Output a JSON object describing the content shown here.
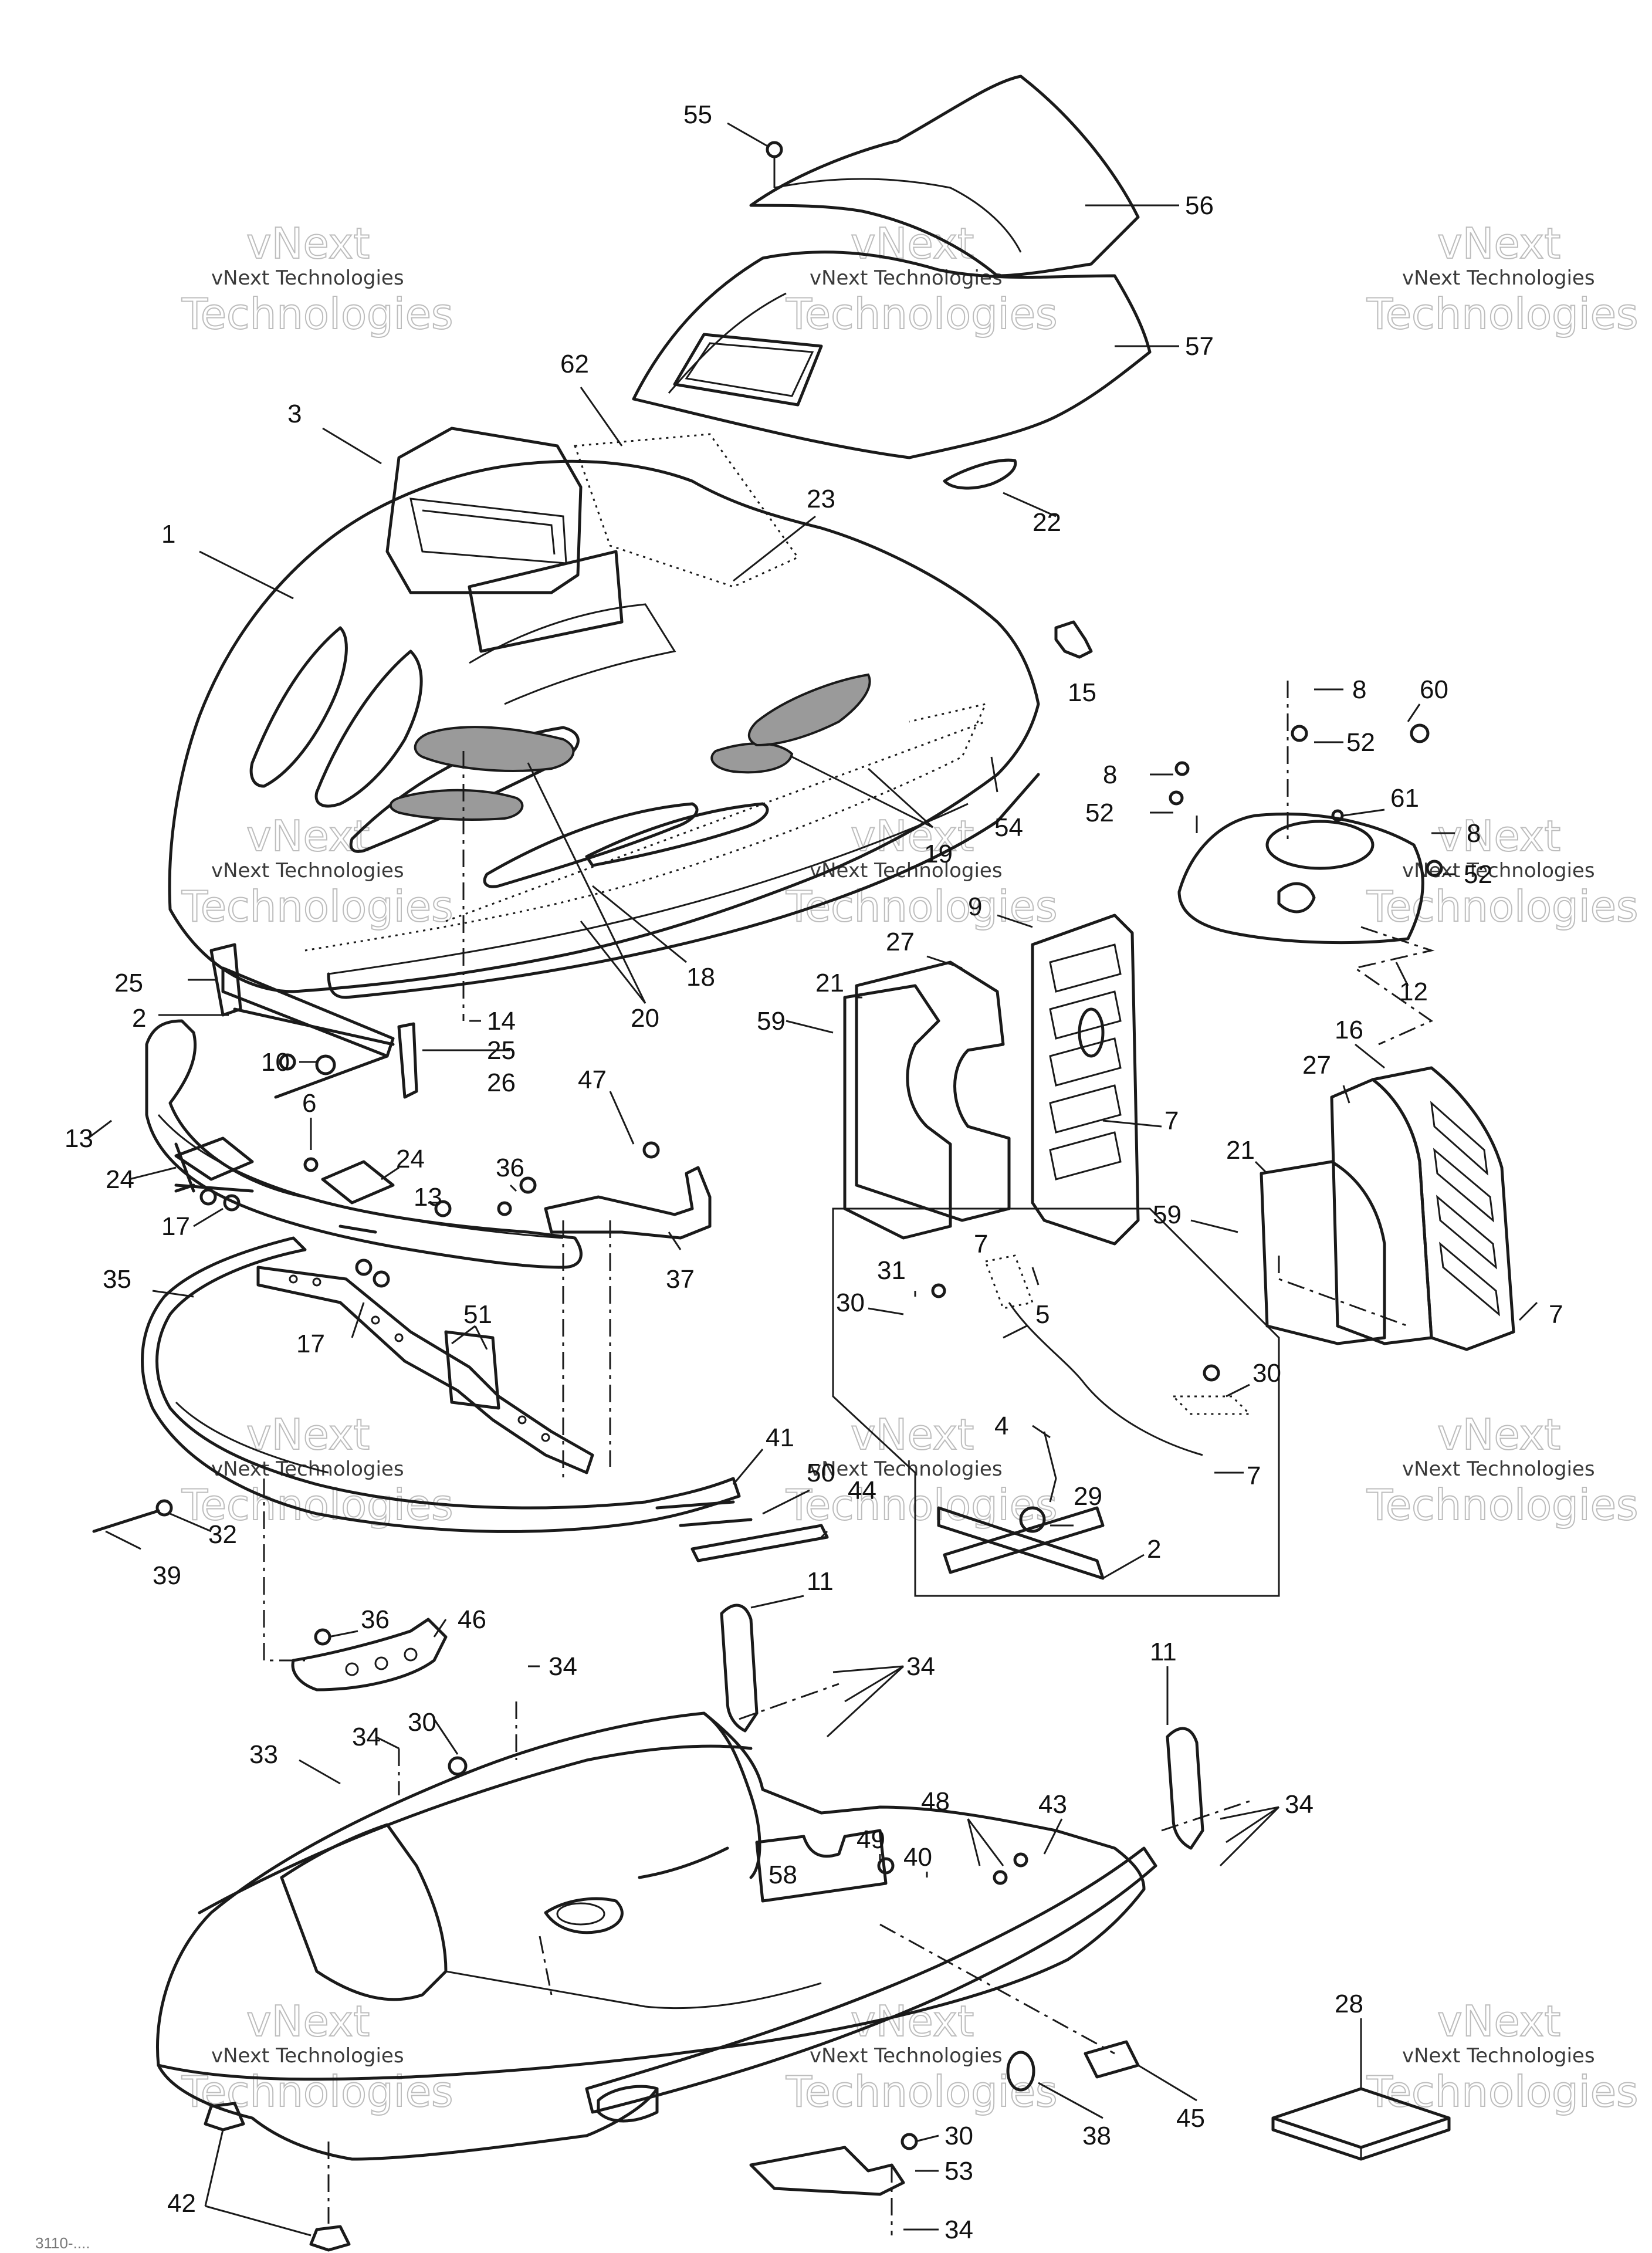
{
  "diagram": {
    "drawing_code": "3110-....",
    "watermark": {
      "line1": "vNext",
      "line2": "vNext Technologies",
      "line3": "Technologies"
    },
    "callouts": [
      {
        "id": "c55",
        "text": "55"
      },
      {
        "id": "c56",
        "text": "56"
      },
      {
        "id": "c57",
        "text": "57"
      },
      {
        "id": "c62",
        "text": "62"
      },
      {
        "id": "c3",
        "text": "3"
      },
      {
        "id": "c23",
        "text": "23"
      },
      {
        "id": "c22",
        "text": "22"
      },
      {
        "id": "c1",
        "text": "1"
      },
      {
        "id": "c15",
        "text": "15"
      },
      {
        "id": "c8a",
        "text": "8"
      },
      {
        "id": "c60",
        "text": "60"
      },
      {
        "id": "c52a",
        "text": "52"
      },
      {
        "id": "c8b",
        "text": "8"
      },
      {
        "id": "c52b",
        "text": "52"
      },
      {
        "id": "c61",
        "text": "61"
      },
      {
        "id": "c8c",
        "text": "8"
      },
      {
        "id": "c52c",
        "text": "52"
      },
      {
        "id": "c54",
        "text": "54"
      },
      {
        "id": "c19",
        "text": "19"
      },
      {
        "id": "c9",
        "text": "9"
      },
      {
        "id": "c27a",
        "text": "27"
      },
      {
        "id": "c12",
        "text": "12"
      },
      {
        "id": "c21a",
        "text": "21"
      },
      {
        "id": "c59a",
        "text": "59"
      },
      {
        "id": "c25a",
        "text": "25"
      },
      {
        "id": "c2a",
        "text": "2"
      },
      {
        "id": "c18",
        "text": "18"
      },
      {
        "id": "c20",
        "text": "20"
      },
      {
        "id": "c14",
        "text": "14"
      },
      {
        "id": "c25b",
        "text": "25"
      },
      {
        "id": "c10",
        "text": "10"
      },
      {
        "id": "c26",
        "text": "26"
      },
      {
        "id": "c13a",
        "text": "13"
      },
      {
        "id": "c6",
        "text": "6"
      },
      {
        "id": "c24a",
        "text": "24"
      },
      {
        "id": "c24b",
        "text": "24"
      },
      {
        "id": "c47",
        "text": "47"
      },
      {
        "id": "c36a",
        "text": "36"
      },
      {
        "id": "c13b",
        "text": "13"
      },
      {
        "id": "c16",
        "text": "16"
      },
      {
        "id": "c27b",
        "text": "27"
      },
      {
        "id": "c21b",
        "text": "21"
      },
      {
        "id": "c7a",
        "text": "7"
      },
      {
        "id": "c17a",
        "text": "17"
      },
      {
        "id": "c37",
        "text": "37"
      },
      {
        "id": "c35",
        "text": "35"
      },
      {
        "id": "c59b",
        "text": "59"
      },
      {
        "id": "c7b",
        "text": "7"
      },
      {
        "id": "c31",
        "text": "31"
      },
      {
        "id": "c30a",
        "text": "30"
      },
      {
        "id": "c5",
        "text": "5"
      },
      {
        "id": "c7c",
        "text": "7"
      },
      {
        "id": "c17b",
        "text": "17"
      },
      {
        "id": "c51",
        "text": "51"
      },
      {
        "id": "c30b",
        "text": "30"
      },
      {
        "id": "c4",
        "text": "4"
      },
      {
        "id": "c7d",
        "text": "7"
      },
      {
        "id": "c41",
        "text": "41"
      },
      {
        "id": "c50",
        "text": "50"
      },
      {
        "id": "c44",
        "text": "44"
      },
      {
        "id": "c29",
        "text": "29"
      },
      {
        "id": "c2b",
        "text": "2"
      },
      {
        "id": "c32",
        "text": "32"
      },
      {
        "id": "c39",
        "text": "39"
      },
      {
        "id": "c11a",
        "text": "11"
      },
      {
        "id": "c36b",
        "text": "36"
      },
      {
        "id": "c46",
        "text": "46"
      },
      {
        "id": "c34a",
        "text": "34"
      },
      {
        "id": "c34b",
        "text": "34"
      },
      {
        "id": "c11b",
        "text": "11"
      },
      {
        "id": "c30c",
        "text": "30"
      },
      {
        "id": "c34c",
        "text": "34"
      },
      {
        "id": "c33",
        "text": "33"
      },
      {
        "id": "c48",
        "text": "48"
      },
      {
        "id": "c43",
        "text": "43"
      },
      {
        "id": "c34d",
        "text": "34"
      },
      {
        "id": "c49",
        "text": "49"
      },
      {
        "id": "c40",
        "text": "40"
      },
      {
        "id": "c58",
        "text": "58"
      },
      {
        "id": "c28",
        "text": "28"
      },
      {
        "id": "c45",
        "text": "45"
      },
      {
        "id": "c38",
        "text": "38"
      },
      {
        "id": "c30d",
        "text": "30"
      },
      {
        "id": "c53",
        "text": "53"
      },
      {
        "id": "c42",
        "text": "42"
      },
      {
        "id": "c34e",
        "text": "34"
      }
    ]
  }
}
